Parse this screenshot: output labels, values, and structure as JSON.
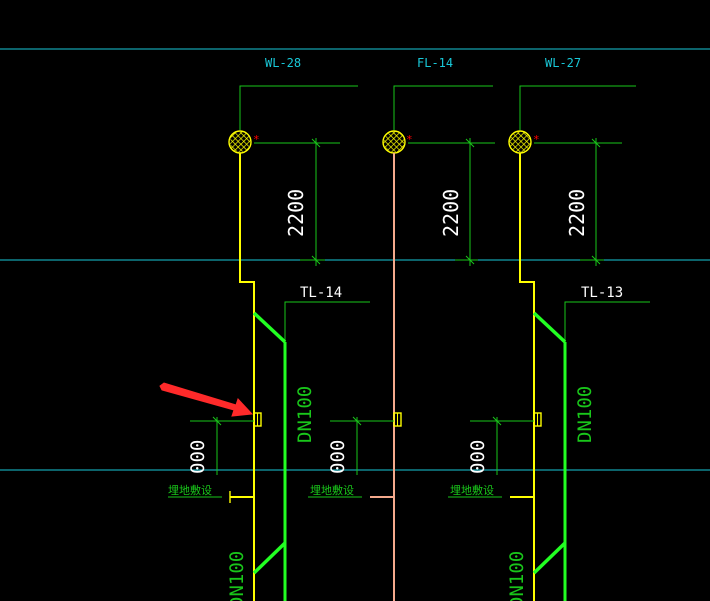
{
  "colors": {
    "background": "#000000",
    "cyan": "#18c8d8",
    "green": "#19c61a",
    "bright_green": "#22ff22",
    "yellow": "#ffff00",
    "salmon": "#f4a98c",
    "red": "#ff0000",
    "arrow_red": "#ff2a2a"
  },
  "pipe_labels": {
    "wl28": "WL-28",
    "fl14": "FL-14",
    "wl27": "WL-27",
    "tl14": "TL-14",
    "tl13": "TL-13"
  },
  "dimensions": {
    "height_2200": "2200",
    "height_1000_partial": "000"
  },
  "pipe_sizes": {
    "dn100": "DN100"
  },
  "notes": {
    "ground_label": "埋地敷设",
    "mark": "*"
  },
  "icons": {
    "vent_cap": "hatched-circle-vent-cap-icon",
    "arrow": "red-arrow-icon"
  }
}
